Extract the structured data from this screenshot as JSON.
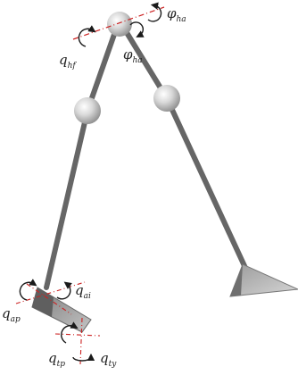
{
  "labels": {
    "q_hf": {
      "base": "q",
      "sub": "hf"
    },
    "phi_ha": {
      "base": "φ",
      "sub": "ha"
    },
    "phi_ha2": {
      "base": "φ",
      "sub": "ha"
    },
    "q_ai": {
      "base": "q",
      "sub": "ai"
    },
    "q_ap": {
      "base": "q",
      "sub": "ap"
    },
    "q_tp": {
      "base": "q",
      "sub": "tp"
    },
    "q_ty": {
      "base": "q",
      "sub": "ty"
    }
  },
  "colors": {
    "link": "#6a6a6a",
    "joint_sphere": "#cfcfcf",
    "axis": "#cc2222",
    "arrow": "#1a1a1a",
    "foot_light": "#a9a9a9",
    "foot_dark": "#6f6f6f"
  }
}
